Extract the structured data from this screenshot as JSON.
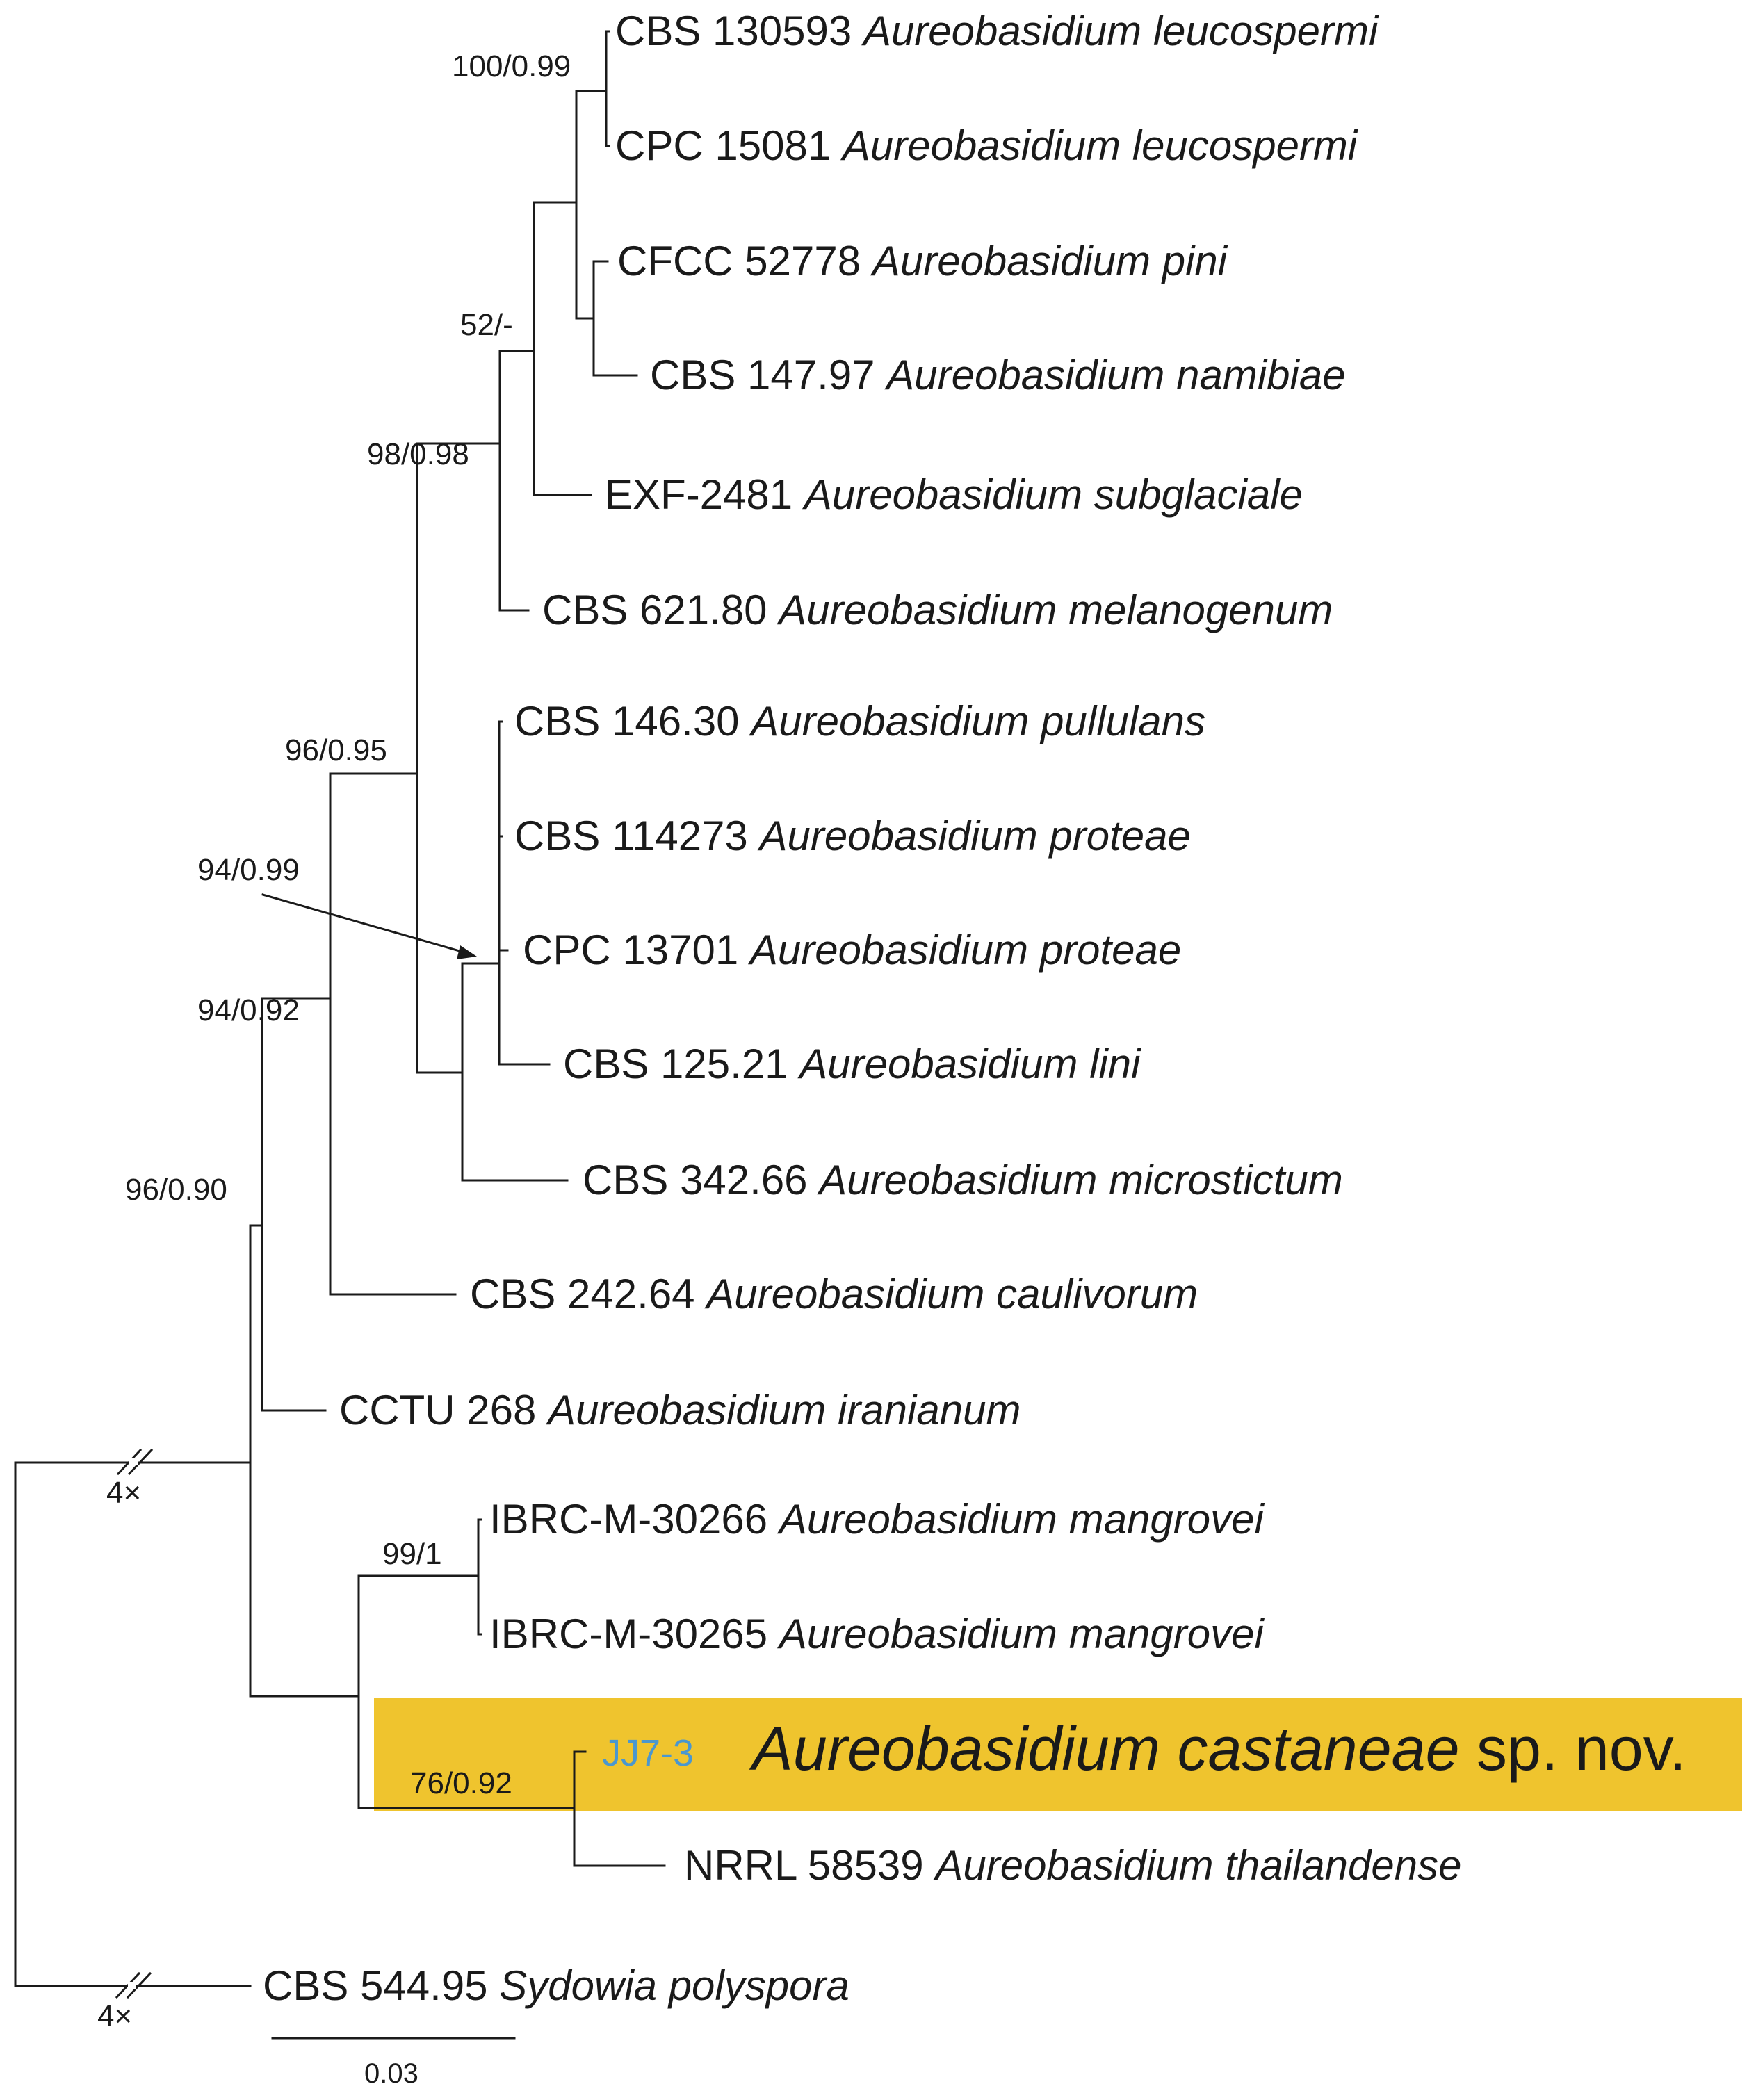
{
  "highlight_color": "#EFC42E",
  "query_label_color": "#4A97CF",
  "line_color": "#1a1a1a",
  "tree": {
    "leaves": [
      {
        "id": "L1",
        "strain": "CBS 130593",
        "species": "Aureobasidium leucospermi"
      },
      {
        "id": "L2",
        "strain": "CPC 15081",
        "species": "Aureobasidium leucospermi"
      },
      {
        "id": "L3",
        "strain": "CFCC 52778",
        "species": "Aureobasidium pini"
      },
      {
        "id": "L4",
        "strain": "CBS 147.97",
        "species": "Aureobasidium namibiae"
      },
      {
        "id": "L5",
        "strain": "EXF-2481",
        "species": "Aureobasidium subglaciale"
      },
      {
        "id": "L6",
        "strain": "CBS 621.80",
        "species": "Aureobasidium melanogenum"
      },
      {
        "id": "L7",
        "strain": "CBS 146.30",
        "species": "Aureobasidium pullulans"
      },
      {
        "id": "L8",
        "strain": "CBS 114273",
        "species": "Aureobasidium proteae"
      },
      {
        "id": "L9",
        "strain": "CPC 13701",
        "species": "Aureobasidium proteae"
      },
      {
        "id": "L10",
        "strain": "CBS 125.21",
        "species": "Aureobasidium lini"
      },
      {
        "id": "L11",
        "strain": "CBS 342.66",
        "species": "Aureobasidium microstictum"
      },
      {
        "id": "L12",
        "strain": "CBS 242.64",
        "species": "Aureobasidium caulivorum"
      },
      {
        "id": "L13",
        "strain": "CCTU 268",
        "species": "Aureobasidium iranianum"
      },
      {
        "id": "L14",
        "strain": "IBRC-M-30266",
        "species": "Aureobasidium mangrovei"
      },
      {
        "id": "L15",
        "strain": "IBRC-M-30265",
        "species": "Aureobasidium mangrovei"
      },
      {
        "id": "L16",
        "strain": "JJ7-3",
        "species": "Aureobasidium castaneae",
        "suffix": "sp. nov.",
        "highlighted": true
      },
      {
        "id": "L17",
        "strain": "NRRL 58539",
        "species": "Aureobasidium thailandense"
      },
      {
        "id": "L18",
        "strain": "CBS 544.95",
        "species": "Sydowia polyspora"
      }
    ],
    "support_values": [
      {
        "node": "leucospermi-clade",
        "label": "100/0.99"
      },
      {
        "node": "melanogenum-group",
        "label": "52/-"
      },
      {
        "node": "core-clade",
        "label": "98/0.98"
      },
      {
        "node": "pullulans-group",
        "label": "96/0.95"
      },
      {
        "node": "proteae-lini",
        "label": "94/0.99"
      },
      {
        "node": "caulivorum-group",
        "label": "94/0.92"
      },
      {
        "node": "iranianum-group",
        "label": "96/0.90"
      },
      {
        "node": "mangrovei-clade",
        "label": "99/1"
      },
      {
        "node": "castaneae-thailandense",
        "label": "76/0.92"
      }
    ],
    "break_labels": [
      {
        "branch": "ingroup-root",
        "label": "4×"
      },
      {
        "branch": "outgroup",
        "label": "4×"
      }
    ],
    "scale_bar": {
      "value": 0.03,
      "label": "0.03"
    }
  }
}
